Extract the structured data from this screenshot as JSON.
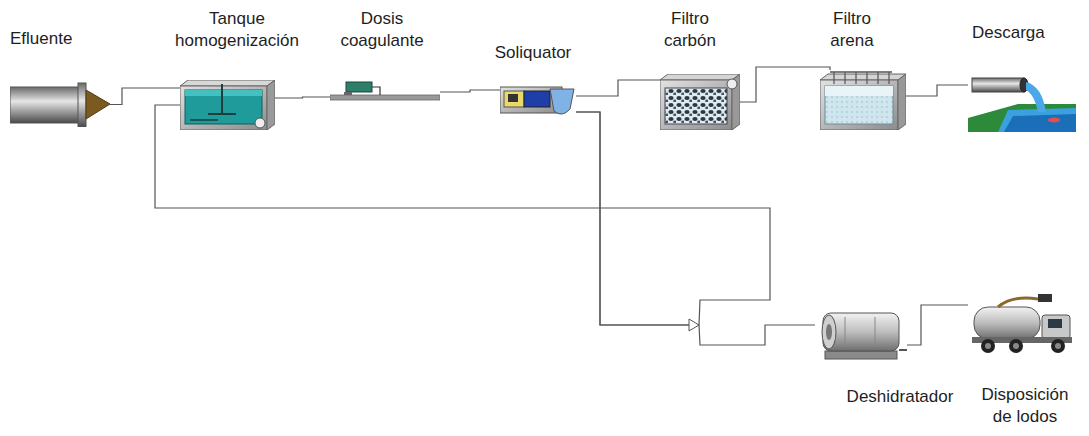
{
  "diagram": {
    "nodes": [
      {
        "text": [
          "Efluente"
        ]
      },
      {
        "text": [
          "Tanque homogenización"
        ]
      },
      {
        "text": [
          "Dosis coagulante"
        ]
      },
      {
        "text": [
          "Soliquator"
        ]
      },
      {
        "text": [
          "Filtro carbón"
        ]
      },
      {
        "text": [
          "Filtro arena"
        ]
      },
      {
        "text": [
          "Descarga"
        ]
      },
      {
        "text": [
          "Deshidratador"
        ]
      },
      {
        "text": [
          "Disposición de lodos"
        ]
      }
    ],
    "edges": [
      {
        "from": 0,
        "to": 1,
        "arrow": "none"
      },
      {
        "from": 1,
        "to": 2,
        "arrow": "none"
      },
      {
        "from": 2,
        "to": 3,
        "arrow": "none"
      },
      {
        "from": 3,
        "to": 4,
        "arrow": "none"
      },
      {
        "from": 4,
        "to": 5,
        "arrow": "none"
      },
      {
        "from": 5,
        "to": 6,
        "arrow": "none"
      },
      {
        "from": 3,
        "to": 7,
        "arrow": "none"
      },
      {
        "from": 3,
        "to": 1,
        "arrow": "none"
      },
      {
        "from": 7,
        "to": 8,
        "arrow": "none"
      }
    ]
  }
}
